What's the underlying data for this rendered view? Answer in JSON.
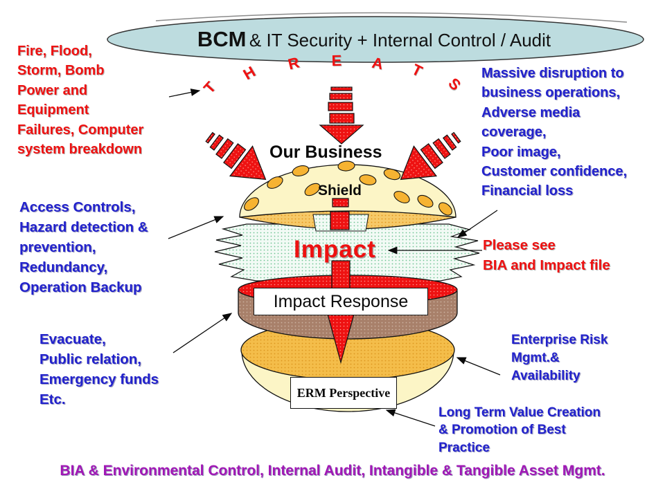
{
  "slide": {
    "title": {
      "emphasis": "BCM",
      "rest": "& IT Security + Internal Control / Audit"
    },
    "threat_letters": [
      "T",
      "H",
      "R",
      "E",
      "A",
      "T",
      "S"
    ],
    "burger": {
      "our_business": "Our Business",
      "shield": "Shield",
      "impact": "Impact",
      "impact_response": "Impact Response",
      "erm_perspective": "ERM Perspective"
    },
    "callouts": {
      "threat_examples": "Fire, Flood,\nStorm, Bomb\nPower and\nEquipment\nFailures, Computer\nsystem breakdown",
      "consequences": "Massive disruption to\nbusiness operations,\nAdverse media\ncoverage,\nPoor image,\nCustomer confidence,\nFinancial loss",
      "shield_measures": "Access Controls,\nHazard detection &\nprevention,\nRedundancy,\nOperation Backup",
      "impact_reference": "Please see\nBIA and Impact file",
      "response_actions": "Evacuate,\nPublic relation,\nEmergency funds\nEtc.",
      "erm_availability": "Enterprise Risk\nMgmt.&\nAvailability",
      "value_creation": "Long Term Value Creation\n& Promotion of Best\nPractice"
    },
    "footer": "BIA & Environmental Control, Internal Audit, Intangible & Tangible Asset Mgmt.",
    "colors": {
      "red_text": "#ee1111",
      "blue_text": "#2222cc",
      "purple_text": "#a117b5",
      "arrow_red": "#ee1212",
      "ellipse_fill": "#bddcdf",
      "impact_base": "#f2faf5",
      "bun_light": "#fcf5c6",
      "bun_crust": "#f6c968",
      "seed": "#f6b332",
      "patty": "#a8806a",
      "bottom_crust": "#f4bd4a"
    }
  }
}
